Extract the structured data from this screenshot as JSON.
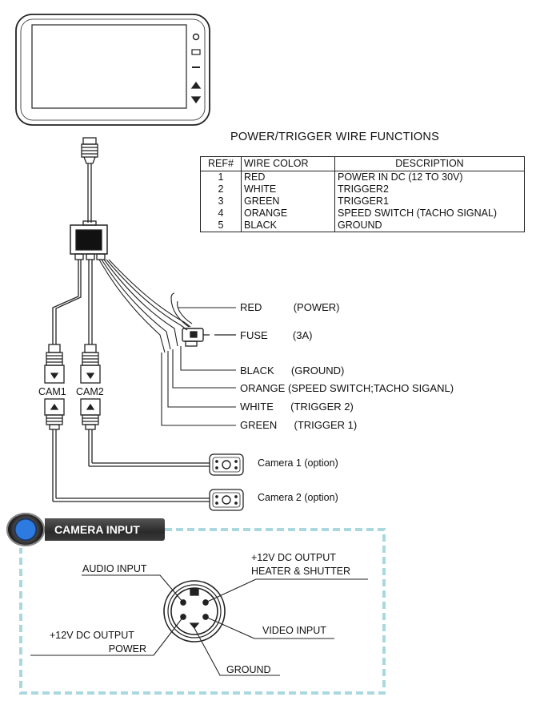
{
  "wire_functions": {
    "title": "POWER/TRIGGER WIRE FUNCTIONS",
    "headers": [
      "REF#",
      "WIRE  COLOR",
      "DESCRIPTION"
    ],
    "rows": [
      {
        "ref": "1",
        "color": "RED",
        "description": "POWER IN DC (12 TO 30V)"
      },
      {
        "ref": "2",
        "color": "WHITE",
        "description": "TRIGGER2"
      },
      {
        "ref": "3",
        "color": "GREEN",
        "description": "TRIGGER1"
      },
      {
        "ref": "4",
        "color": "ORANGE",
        "description": "SPEED SWITCH (TACHO SIGNAL)"
      },
      {
        "ref": "5",
        "color": "BLACK",
        "description": "GROUND"
      }
    ]
  },
  "wire_labels": {
    "red": {
      "name": "RED",
      "note": "(POWER)"
    },
    "fuse": {
      "name": "FUSE",
      "note": "(3A)"
    },
    "black": {
      "name": "BLACK",
      "note": "(GROUND)"
    },
    "orange": {
      "name": "ORANGE",
      "note": "(SPEED SWITCH;TACHO SIGANL)"
    },
    "white": {
      "name": "WHITE",
      "note": "(TRIGGER 2)"
    },
    "green": {
      "name": "GREEN",
      "note": "(TRIGGER 1)"
    }
  },
  "cameras": {
    "cam1_label": "CAM1",
    "cam2_label": "CAM2",
    "camera1": "Camera 1 (option)",
    "camera2": "Camera 2 (option)"
  },
  "camera_input": {
    "title": "CAMERA INPUT",
    "audio_input": "AUDIO INPUT",
    "output_heater_line1": "+12V DC OUTPUT",
    "output_heater_line2": "HEATER & SHUTTER",
    "output_power_line1": "+12V DC OUTPUT",
    "output_power_line2": "POWER",
    "video_input": "VIDEO INPUT",
    "ground": "GROUND"
  },
  "colors": {
    "line": "#222222",
    "dashed_border": "#a9d8df",
    "camera_input_dot": "#2d7be0"
  }
}
